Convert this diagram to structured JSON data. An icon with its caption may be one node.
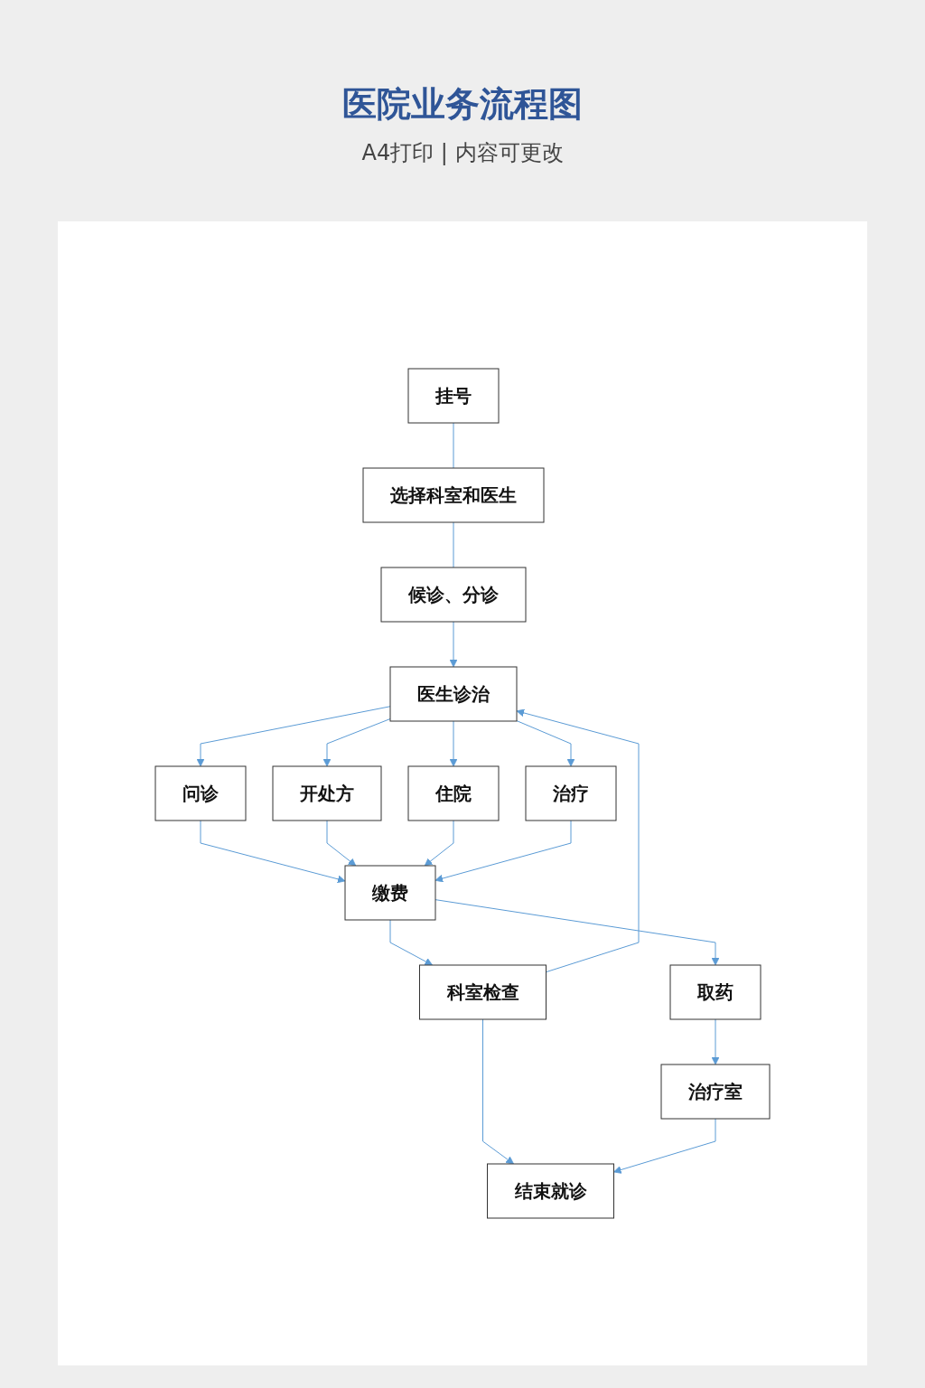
{
  "diagram": {
    "title": "医院业务流程图",
    "nodes": [
      {
        "text": [
          "挂号"
        ]
      },
      {
        "text": [
          "选择科室和医生"
        ]
      },
      {
        "text": [
          "候诊、分诊"
        ]
      },
      {
        "text": [
          "医生诊治"
        ]
      },
      {
        "text": [
          "问诊"
        ]
      },
      {
        "text": [
          "开处方"
        ]
      },
      {
        "text": [
          "住院"
        ]
      },
      {
        "text": [
          "治疗"
        ]
      },
      {
        "text": [
          "缴费"
        ]
      },
      {
        "text": [
          "科室检查"
        ]
      },
      {
        "text": [
          "取药"
        ]
      },
      {
        "text": [
          "治疗室"
        ]
      },
      {
        "text": [
          "结束就诊"
        ]
      }
    ],
    "edges": [
      {
        "from": 0,
        "to": 1,
        "arrow": "none"
      },
      {
        "from": 1,
        "to": 2,
        "arrow": "none"
      },
      {
        "from": 2,
        "to": 3,
        "arrow": "to"
      },
      {
        "from": 3,
        "to": 4,
        "arrow": "to"
      },
      {
        "from": 3,
        "to": 5,
        "arrow": "to"
      },
      {
        "from": 3,
        "to": 6,
        "arrow": "to"
      },
      {
        "from": 3,
        "to": 7,
        "arrow": "to"
      },
      {
        "from": 4,
        "to": 8,
        "arrow": "to"
      },
      {
        "from": 5,
        "to": 8,
        "arrow": "to"
      },
      {
        "from": 6,
        "to": 8,
        "arrow": "to"
      },
      {
        "from": 7,
        "to": 8,
        "arrow": "to"
      },
      {
        "from": 8,
        "to": 9,
        "arrow": "to"
      },
      {
        "from": 8,
        "to": 10,
        "arrow": "to"
      },
      {
        "from": 10,
        "to": 11,
        "arrow": "to"
      },
      {
        "from": 9,
        "to": 3,
        "arrow": "to"
      },
      {
        "from": 9,
        "to": 12,
        "arrow": "to"
      },
      {
        "from": 11,
        "to": 12,
        "arrow": "to"
      }
    ],
    "labels": [
      "A4打印 | 内容可更改"
    ]
  }
}
